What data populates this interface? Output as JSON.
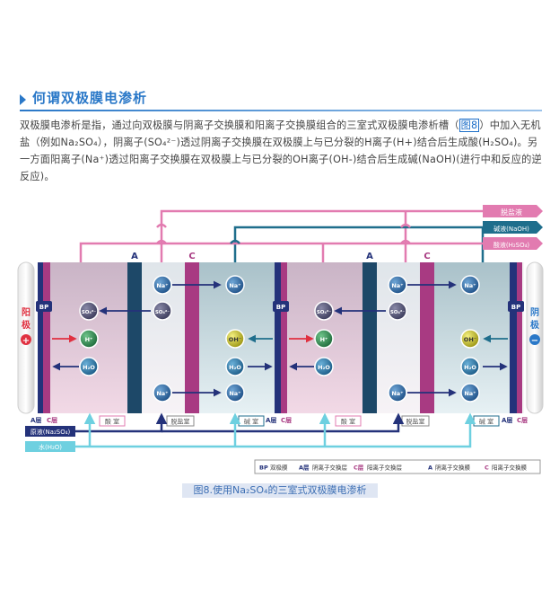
{
  "heading": "何谓双极膜电渗析",
  "intro": {
    "t1": "双极膜电渗析是指，通过向双极膜与阴离子交换膜和阳离子交换膜组合的三室式双极膜电渗析槽（",
    "fig_ref": "图8",
    "t2": "）中加入无机盐（例如Na₂SO₄），阴离子(SO₄²⁻)透过阴离子交换膜在双极膜上与已分裂的H离子(H+)结合后生成酸(H₂SO₄)。另一方面阳离子(Na⁺)透过阳离子交换膜在双极膜上与已分裂的OH离子(OH-)结合后生成碱(NaOH)(进行中和反应的逆反应)。"
  },
  "outputs": {
    "desalted": "脱盐液",
    "alkali": "碱液(NaOH)",
    "acid": "酸液(H₂SO₄)"
  },
  "inputs": {
    "raw": "原液(Na₂SO₄)",
    "water": "水(H₂O)"
  },
  "anode": {
    "label_1": "阳",
    "label_2": "极",
    "sign": "+"
  },
  "cathode": {
    "label_1": "阴",
    "label_2": "极",
    "sign": "−"
  },
  "membranes": {
    "bp": "BP",
    "a": "A",
    "c": "C",
    "layer_left": "A层",
    "layer_right": "C层"
  },
  "chambers": {
    "acid": "酸 室",
    "desalt": "脱盐室",
    "alkali": "碱 室"
  },
  "ions": {
    "na": "Na⁺",
    "so4": "SO₄²⁻",
    "h": "H⁺",
    "oh": "OH⁻",
    "h2o": "H₂O"
  },
  "legend": [
    {
      "key": "BP",
      "text": "双极膜"
    },
    {
      "key": "A层",
      "text": "阴离子交换层"
    },
    {
      "key": "C层",
      "text": "阳离子交换层"
    },
    {
      "key": "A",
      "text": "阴离子交换膜"
    },
    {
      "key": "C",
      "text": "阳离子交换膜"
    }
  ],
  "caption": "图8.使用Na₂SO₄的三室式双极膜电渗析",
  "colors": {
    "blue": "#2a78c8",
    "navy": "#24327a",
    "teal": "#1f6e8c",
    "magenta": "#a83a82",
    "pink": "#e27bb0",
    "light_blue": "#6ed0e0",
    "red": "#e03040",
    "olive": "#c8c030"
  }
}
